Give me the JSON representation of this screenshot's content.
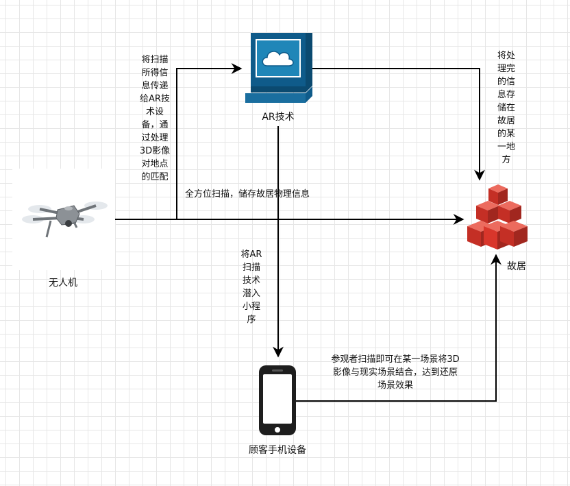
{
  "nodes": {
    "ar": {
      "label": "AR技术"
    },
    "drone": {
      "label": "无人机"
    },
    "palace": {
      "label": "故居"
    },
    "phone": {
      "label": "顾客手机设备"
    }
  },
  "edges": {
    "drone_to_ar": "将扫描\n所得信\n息传递\n给AR技\n术设\n备，通\n过处理\n3D影像\n对地点\n的匹配",
    "drone_to_palace": "全方位扫描，储存故居物理信息",
    "ar_to_palace": "将处\n理完\n的信\n息存\n储在\n故居\n的某\n一地\n方",
    "ar_to_phone": "将AR\n扫描\n技术\n潜入\n小程\n序",
    "phone_to_palace": "参观者扫描即可在某一场景将3D\n影像与现实场景结合，达到还原\n场景效果"
  },
  "colors": {
    "ar_monitor": "#0f5b8a",
    "ar_screen": "#1f86b8",
    "palace_red": "#d9362b",
    "connector": "#000000"
  }
}
